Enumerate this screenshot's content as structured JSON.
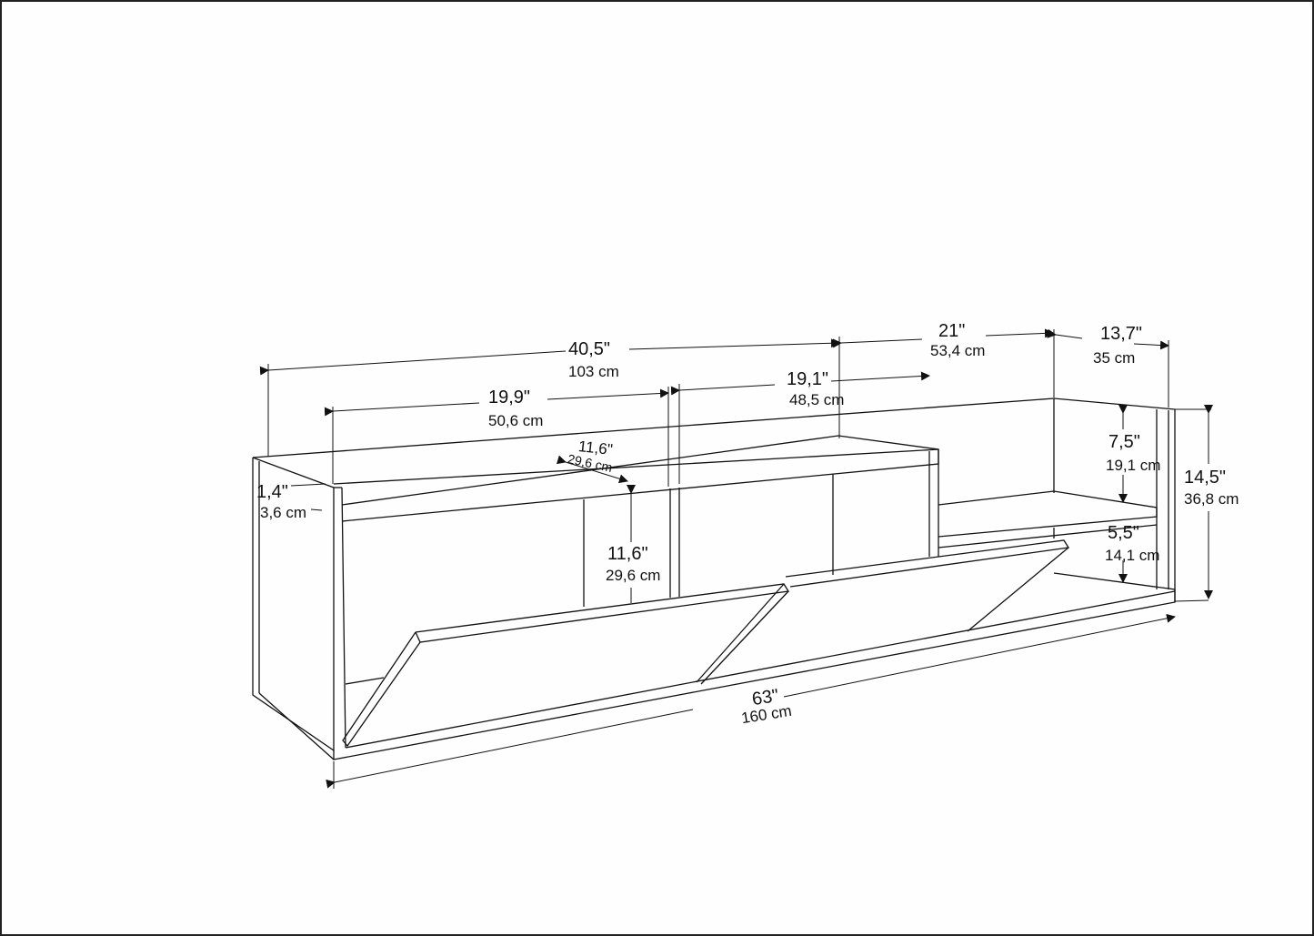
{
  "diagram": {
    "subject": "TV stand with drop-down flap doors",
    "view": "isometric technical line drawing",
    "colors": {
      "line": "#111111",
      "background": "#fefefe"
    },
    "dimensions": {
      "top_total": {
        "in": "40,5\"",
        "cm": "103 cm"
      },
      "top_middle": {
        "in": "21\"",
        "cm": "53,4 cm"
      },
      "top_right": {
        "in": "13,7\"",
        "cm": "35 cm"
      },
      "inner_left": {
        "in": "19,9\"",
        "cm": "50,6 cm"
      },
      "inner_right": {
        "in": "19,1\"",
        "cm": "48,5 cm"
      },
      "depth_inner": {
        "in": "11,6\"",
        "cm": "29,6 cm"
      },
      "panel_thickness": {
        "in": "1,4\"",
        "cm": "3,6 cm"
      },
      "compartment_height": {
        "in": "11,6\"",
        "cm": "29,6 cm"
      },
      "upper_shelf_height": {
        "in": "7,5\"",
        "cm": "19,1 cm"
      },
      "lower_shelf_height": {
        "in": "5,5\"",
        "cm": "14,1 cm"
      },
      "total_height": {
        "in": "14,5\"",
        "cm": "36,8 cm"
      },
      "total_width": {
        "in": "63\"",
        "cm": "160 cm"
      }
    }
  }
}
